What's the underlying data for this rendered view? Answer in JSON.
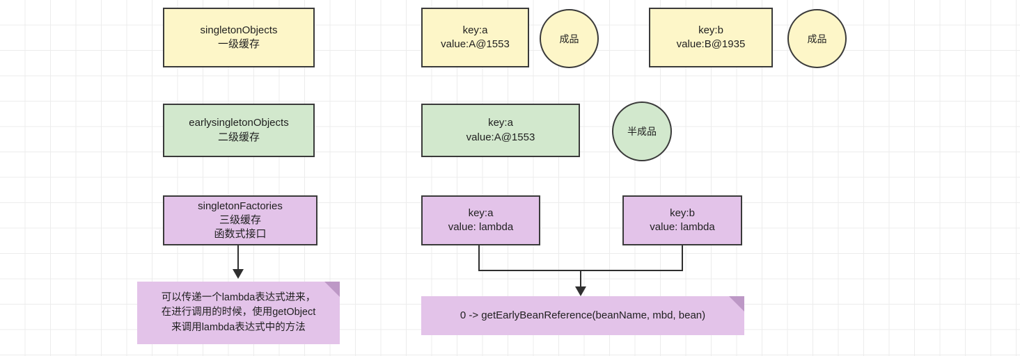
{
  "diagram": {
    "title": "Spring three-level cache diagram",
    "colors": {
      "yellow_fill": "#fdf6c8",
      "green_fill": "#d2e8cd",
      "purple_fill": "#e3c3e9",
      "note_fold": "#bd98c6",
      "stroke": "#3a3a3a",
      "connector": "#2f2f2f",
      "grid_minor": "#ececec",
      "grid_major": "#e0e0e0",
      "background": "#ffffff"
    },
    "labels": {
      "level1_cache": "singletonObjects\n一级缓存",
      "level2_cache": "earlysingletonObjects\n二级缓存",
      "level3_cache": "singletonFactories\n三级缓存\n函数式接口",
      "entry_a_finished": "key:a\nvalue:A@1553",
      "entry_b_finished": "key:b\nvalue:B@1935",
      "entry_a_half": "key:a\nvalue:A@1553",
      "entry_a_lambda": "key:a\nvalue: lambda",
      "entry_b_lambda": "key:b\nvalue: lambda",
      "badge_finished_a": "成品",
      "badge_finished_b": "成品",
      "badge_half_finished": "半成品",
      "note_lambda": "可以传递一个lambda表达式进来，\n在进行调用的时候，使用getObject\n来调用lambda表达式中的方法",
      "note_early_bean_reference": "0 -> getEarlyBeanReference(beanName, mbd, bean)"
    }
  }
}
